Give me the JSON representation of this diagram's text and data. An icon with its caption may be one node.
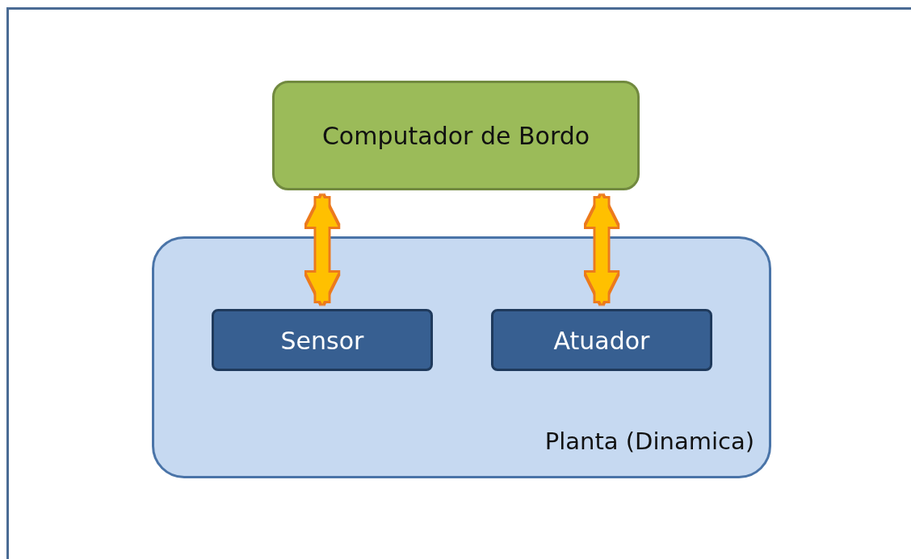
{
  "diagram": {
    "nodes": [
      {
        "text": [
          "Computador de Bordo"
        ]
      },
      {
        "text": [
          "Planta (Dinamica)"
        ]
      },
      {
        "text": [
          "Sensor"
        ],
        "in": 1
      },
      {
        "text": [
          "Atuador"
        ],
        "in": 1
      }
    ],
    "edges": [
      {
        "from": 0,
        "to": 2,
        "arrow": "both"
      },
      {
        "from": 0,
        "to": 3,
        "arrow": "both"
      }
    ]
  }
}
